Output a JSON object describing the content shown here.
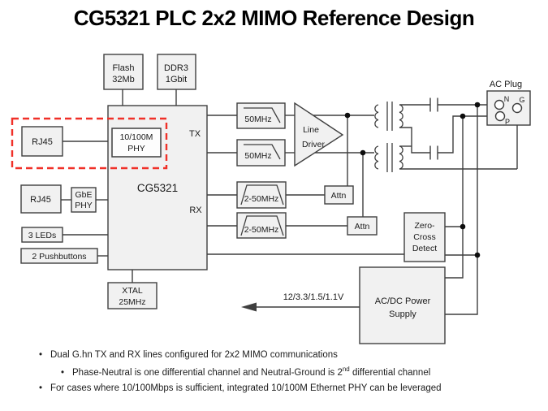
{
  "title": "CG5321 PLC 2x2 MIMO Reference Design",
  "colors": {
    "box_fill": "#f1f1f1",
    "box_stroke": "#3f3f3f",
    "wire": "#3f3f3f",
    "highlight_red": "#f03028"
  },
  "diagram": {
    "flash_l1": "Flash",
    "flash_l2": "32Mb",
    "ddr3_l1": "DDR3",
    "ddr3_l2": "1Gbit",
    "rj45_top": "RJ45",
    "phy_l1": "10/100M",
    "phy_l2": "PHY",
    "soc": "CG5321",
    "tx": "TX",
    "rx": "RX",
    "rj45_bottom": "RJ45",
    "gbe_l1": "GbE",
    "gbe_l2": "PHY",
    "leds": "3 LEDs",
    "pushbuttons": "2 Pushbuttons",
    "xtal_l1": "XTAL",
    "xtal_l2": "25MHz",
    "lpf1": "50MHz",
    "lpf2": "50MHz",
    "driver_l1": "Line",
    "driver_l2": "Driver",
    "bpf1": "2-50MHz",
    "bpf2": "2-50MHz",
    "attn1": "Attn",
    "attn2": "Attn",
    "zc_l1": "Zero-",
    "zc_l2": "Cross",
    "zc_l3": "Detect",
    "acdc_l1": "AC/DC Power",
    "acdc_l2": "Supply",
    "ac_plug": "AC Plug",
    "plug_n": "N",
    "plug_p": "P",
    "plug_g": "G",
    "rail": "12/3.3/1.5/1.1V"
  },
  "bullets": {
    "marker": "•",
    "b1": "Dual G.hn TX and RX lines configured for 2x2 MIMO communications",
    "b2_pre": "Phase-Neutral is one differential channel and Neutral-Ground is 2",
    "b2_sup": "nd",
    "b2_post": " differential channel",
    "b3": "For cases where 10/100Mbps is sufficient, integrated 10/100M Ethernet PHY can be leveraged"
  }
}
